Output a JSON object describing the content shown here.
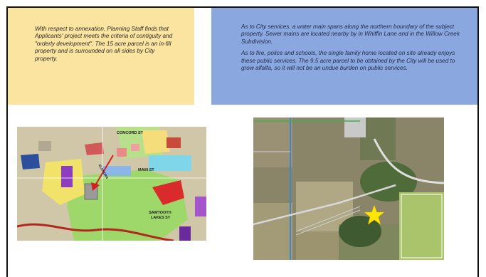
{
  "yellow_box": {
    "text": "With respect to annexation. Planning Staff finds that Applicants' project meets the criteria of contiguity and \"orderly development\". The 15 acre parcel is an in-fill property and is surrounded on all sides by City property."
  },
  "blue_box": {
    "paragraph_1": "As to City services, a water main spans along the northern boundary of the subject property. Sewer mains are located nearby by in Whiffin Lane and in the Willow Creek Subdivision.",
    "paragraph_2": "As to fire, police and schools, the single family home located on site already enjoys these public services. The 9.5 acre parcel to be obtained by the City will be used to grow alfalfa, so it will not be an undue burden on public services."
  },
  "zoning_map": {
    "street_labels": {
      "concord": "CONCORD ST",
      "main": "MAIN ST",
      "sawtooth": "SAWTOOTH",
      "lakes": "LAKES ST",
      "diagonal": "ELKHORN"
    }
  },
  "colors": {
    "yellow_box": "#fbe3a0",
    "blue_box": "#8aa8df",
    "star": "#ffe600"
  }
}
